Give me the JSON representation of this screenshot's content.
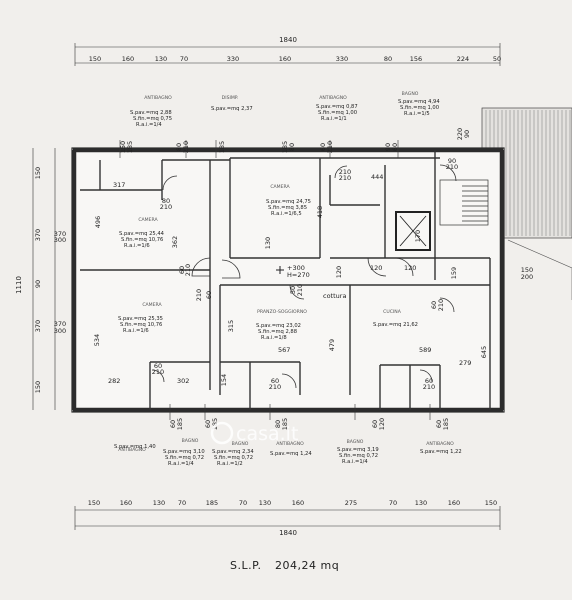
{
  "dimensions": {
    "top_total": "1840",
    "top_segments": [
      "150",
      "160",
      "130",
      "70",
      "330",
      "160",
      "330",
      "80",
      "156",
      "224",
      "50"
    ],
    "bottom_total": "1840",
    "bottom_segments": [
      "150",
      "160",
      "130",
      "70",
      "185",
      "70",
      "130",
      "160",
      "275",
      "70",
      "130",
      "160",
      "150"
    ],
    "left_total": "1110",
    "left_segments": [
      "150",
      "370",
      "300",
      "90",
      "370",
      "300",
      "150"
    ],
    "misc": [
      "150",
      "185",
      "80",
      "210",
      "185",
      "185",
      "80",
      "60",
      "210",
      "220",
      "90",
      "60",
      "185",
      "60",
      "185",
      "120",
      "210",
      "80",
      "120",
      "185",
      "60",
      "185",
      "150",
      "200",
      "50",
      "210",
      "60",
      "120",
      "210"
    ]
  },
  "rooms": [
    {
      "id": "camera-top-left",
      "lines": [
        "S.pav.=mq 25,44",
        "S.fin.=mq 10,76",
        "R.a.i.=1/6"
      ]
    },
    {
      "id": "camera-bottom-left",
      "lines": [
        "S.pav.=mq 25,35",
        "S.fin.=mq 10,76",
        "R.a.i.=1/6"
      ]
    },
    {
      "id": "camera-center",
      "lines": [
        "S.pav.=mq 24,75",
        "S.fin.=mq 3,85",
        "R.a.i.=1/6,5"
      ]
    },
    {
      "id": "pranzo",
      "lines": [
        "S.pav.=mq 23,02",
        "S.fin.=mq 2,88",
        "R.a.i.=1/8"
      ]
    },
    {
      "id": "cucina",
      "lines": [
        "S.pav.=mq 21,62"
      ]
    },
    {
      "id": "antibagno-top-left",
      "lines": [
        "S.pav.=mq 2,88",
        "S.fin.=mq 0,75",
        "R.a.i.=1/4"
      ]
    },
    {
      "id": "disimpegno-top",
      "lines": [
        "S.pav.=mq 2,37"
      ]
    },
    {
      "id": "antibagno-top-right",
      "lines": [
        "S.pav.=mq 0,87",
        "S.fin.=mq 1,00",
        "R.a.i.=1/1"
      ]
    },
    {
      "id": "bagno-top",
      "lines": [
        "S.pav.=mq 4,94",
        "S.fin.=mq 1,00",
        "R.a.i.=1/5"
      ]
    },
    {
      "id": "antibagno-bottom-left",
      "lines": [
        "S.pav.=mq 1,40"
      ]
    },
    {
      "id": "bagno-bottom-left",
      "lines": [
        "S.pav.=mq 3,10",
        "S.fin.=mq 0,72",
        "R.a.i.=1/4"
      ]
    },
    {
      "id": "bagno-bottom-mid",
      "lines": [
        "S.pav.=mq 2,34",
        "S.fin.=mq 0,72",
        "R.a.i.=1/2"
      ]
    },
    {
      "id": "antibagno-bottom-mid",
      "lines": [
        "S.pav.=mq 1,24"
      ]
    },
    {
      "id": "bagno-bottom-right",
      "lines": [
        "S.pav.=mq 3,19",
        "S.fin.=mq 0,72",
        "R.a.i.=1/4"
      ]
    },
    {
      "id": "antibagno-bottom-right",
      "lines": [
        "S.pav.=mq 1,22"
      ]
    }
  ],
  "faint_labels": [
    "ANTIBAGNO",
    "DISIMP.",
    "ANTIBAGNO",
    "BAGNO",
    "CAMERA",
    "CAMERA",
    "CAMERA",
    "PRANZO-SOGGIORNO",
    "CUCINA",
    "ANTIBAGNO",
    "BAGNO",
    "BAGNO",
    "ANTIBAGNO",
    "BAGNO",
    "ANTIBAGNO"
  ],
  "inner_dims": [
    "317",
    "496",
    "362",
    "418",
    "444",
    "534",
    "315",
    "567",
    "479",
    "589",
    "279",
    "282",
    "302",
    "154",
    "159",
    "645",
    "170",
    "120",
    "120",
    "120",
    "130"
  ],
  "cottura_label": "cottura",
  "height_note": [
    "+300",
    "H=270"
  ],
  "slp": {
    "label": "S.L.P.",
    "value": "204,24 mq"
  },
  "watermark": "casa.it",
  "colors": {
    "paper": "#f1efec",
    "line": "#3a3a3a",
    "hatch": "#555555",
    "watermark": "#ffffff"
  }
}
